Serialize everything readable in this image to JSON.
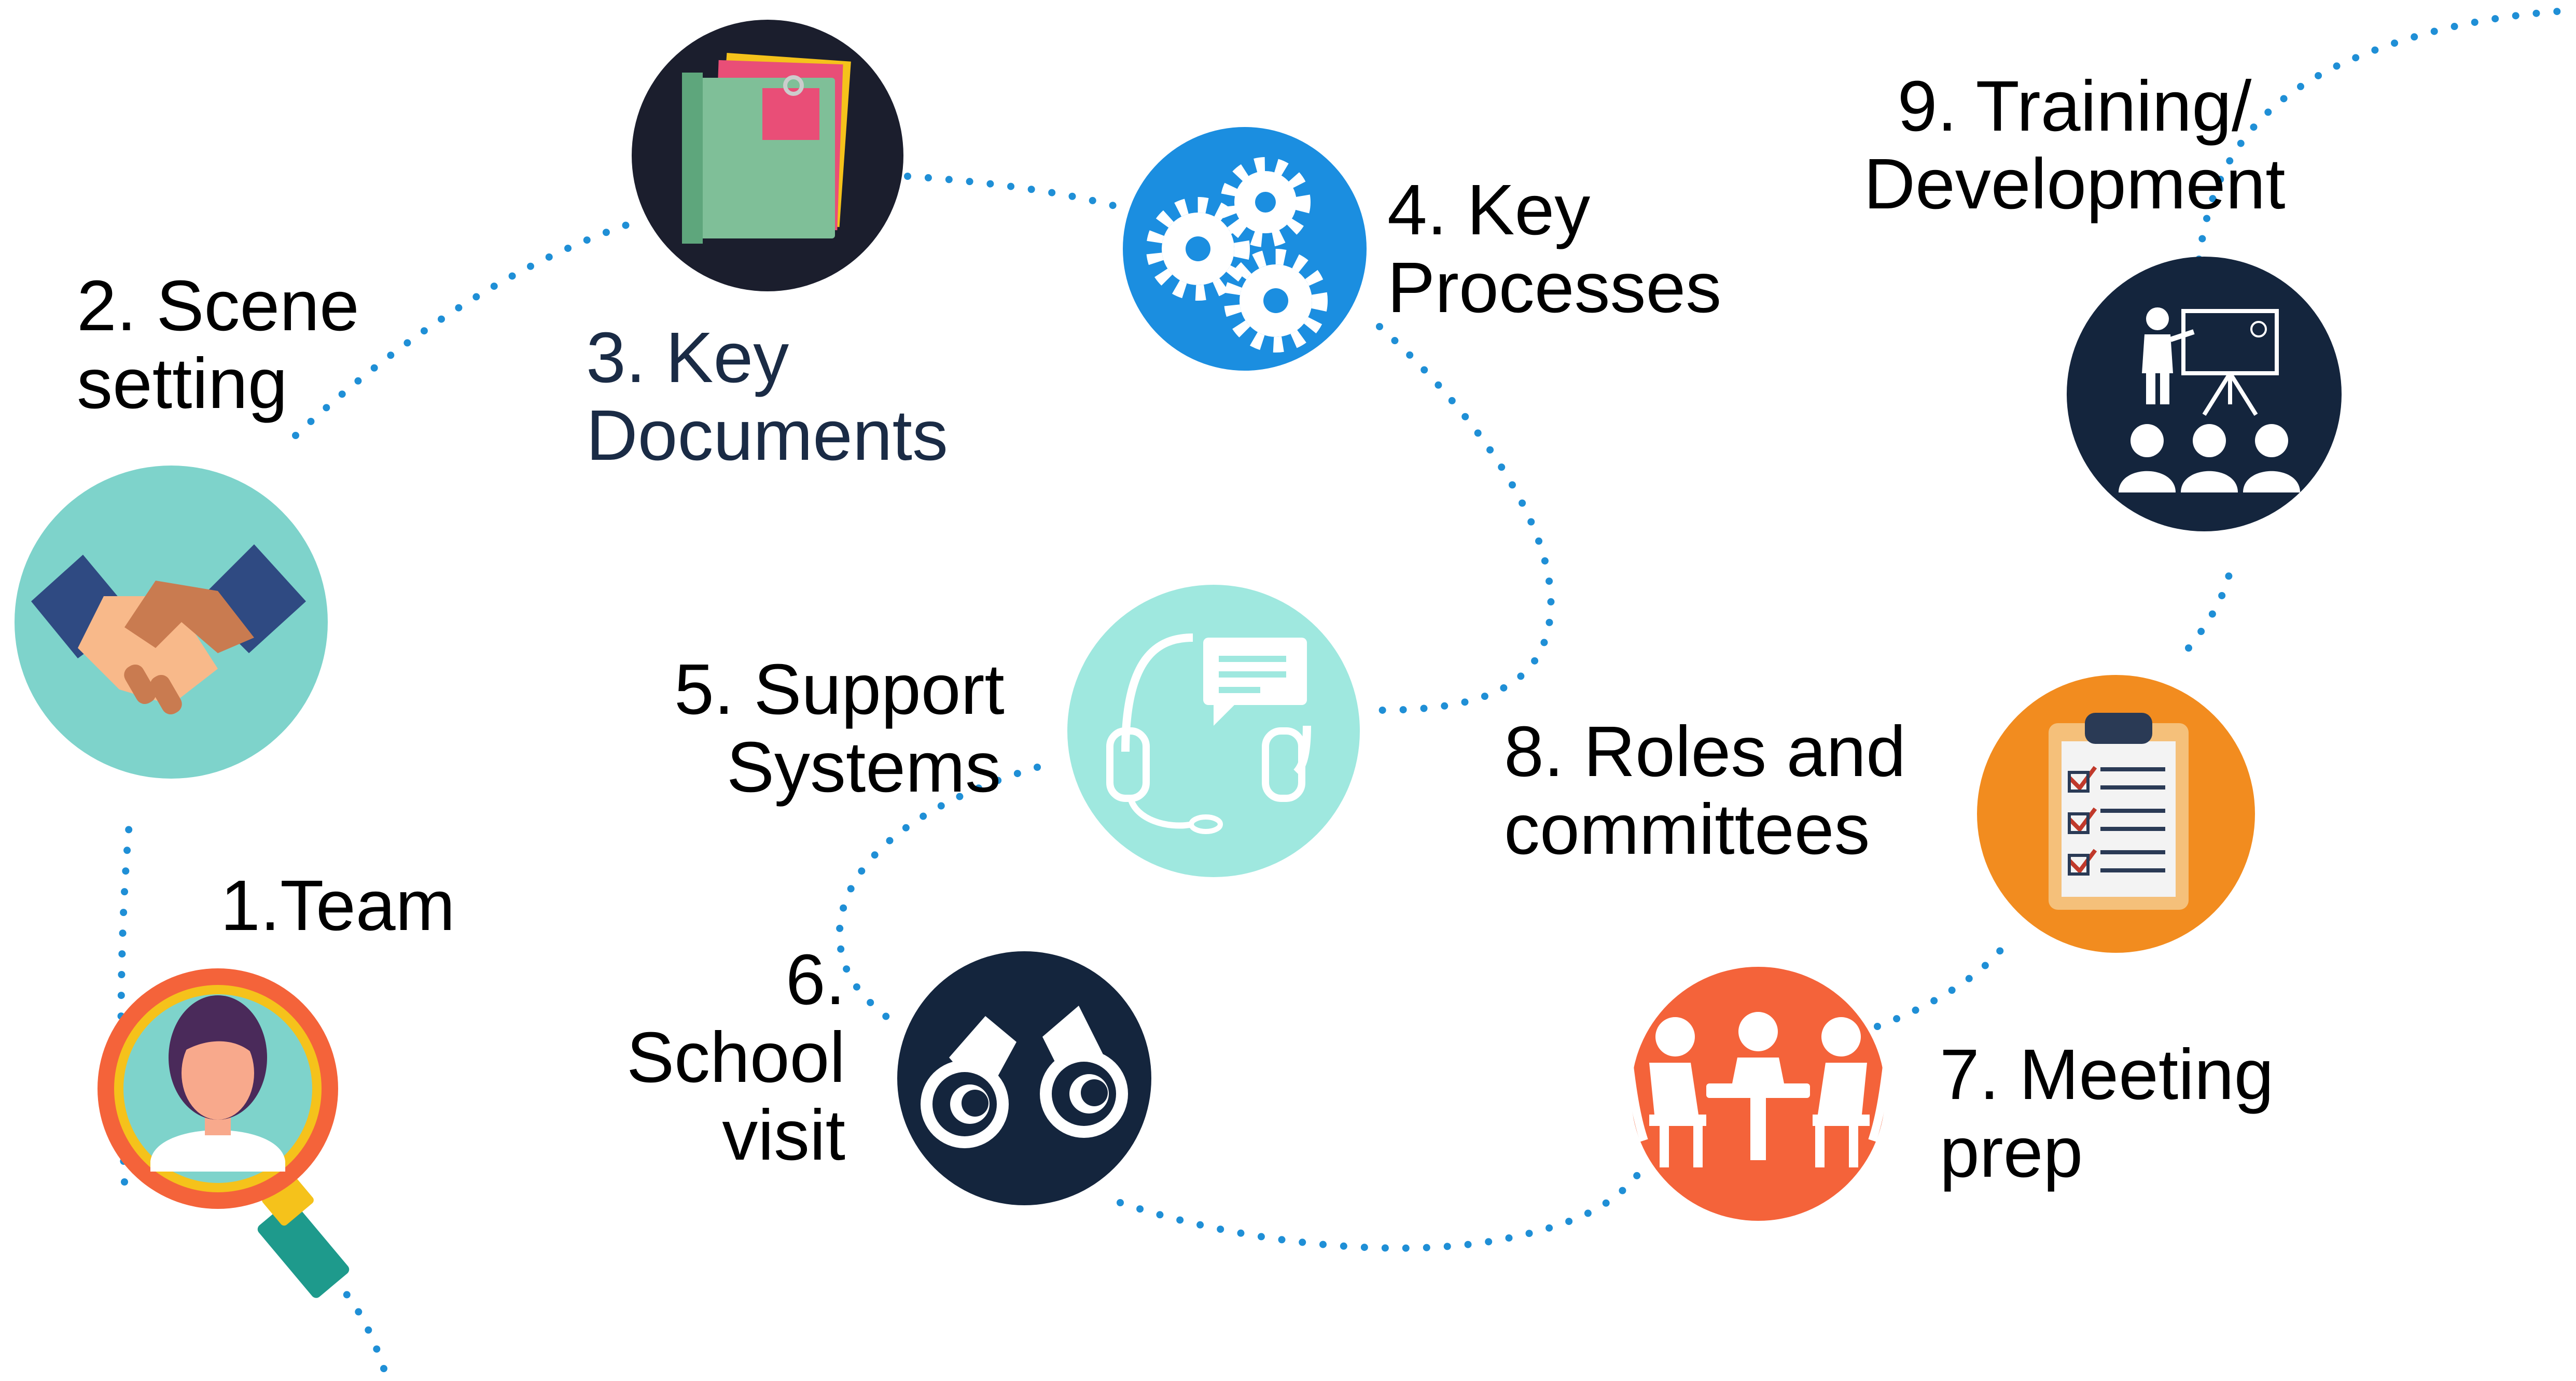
{
  "steps": [
    {
      "number": "1.",
      "lines": [
        "1.Team"
      ],
      "icon": "search-person-icon",
      "color": "#f4633a"
    },
    {
      "number": "2.",
      "lines": [
        "2. Scene",
        "setting"
      ],
      "icon": "handshake-icon",
      "color": "#7ed3cb"
    },
    {
      "number": "3.",
      "lines": [
        "3. Key",
        "Documents"
      ],
      "icon": "documents-icon",
      "color": "#1b1e2d"
    },
    {
      "number": "4.",
      "lines": [
        "4. Key",
        "Processes"
      ],
      "icon": "gears-icon",
      "color": "#1b8ee0"
    },
    {
      "number": "5.",
      "lines": [
        "5. Support",
        "Systems"
      ],
      "icon": "headset-chat-icon",
      "color": "#9fe8df"
    },
    {
      "number": "6.",
      "lines": [
        "6.",
        "School",
        "visit"
      ],
      "icon": "binoculars-icon",
      "color": "#14253d"
    },
    {
      "number": "7.",
      "lines": [
        "7. Meeting",
        "prep"
      ],
      "icon": "meeting-table-icon",
      "color": "#f4633a"
    },
    {
      "number": "8.",
      "lines": [
        "8. Roles and",
        "committees"
      ],
      "icon": "checklist-clipboard-icon",
      "color": "#f28c1f"
    },
    {
      "number": "9.",
      "lines": [
        "9. Training/",
        "Development"
      ],
      "icon": "presentation-icon",
      "color": "#14253d"
    }
  ],
  "path_color": "#1f8fd6"
}
